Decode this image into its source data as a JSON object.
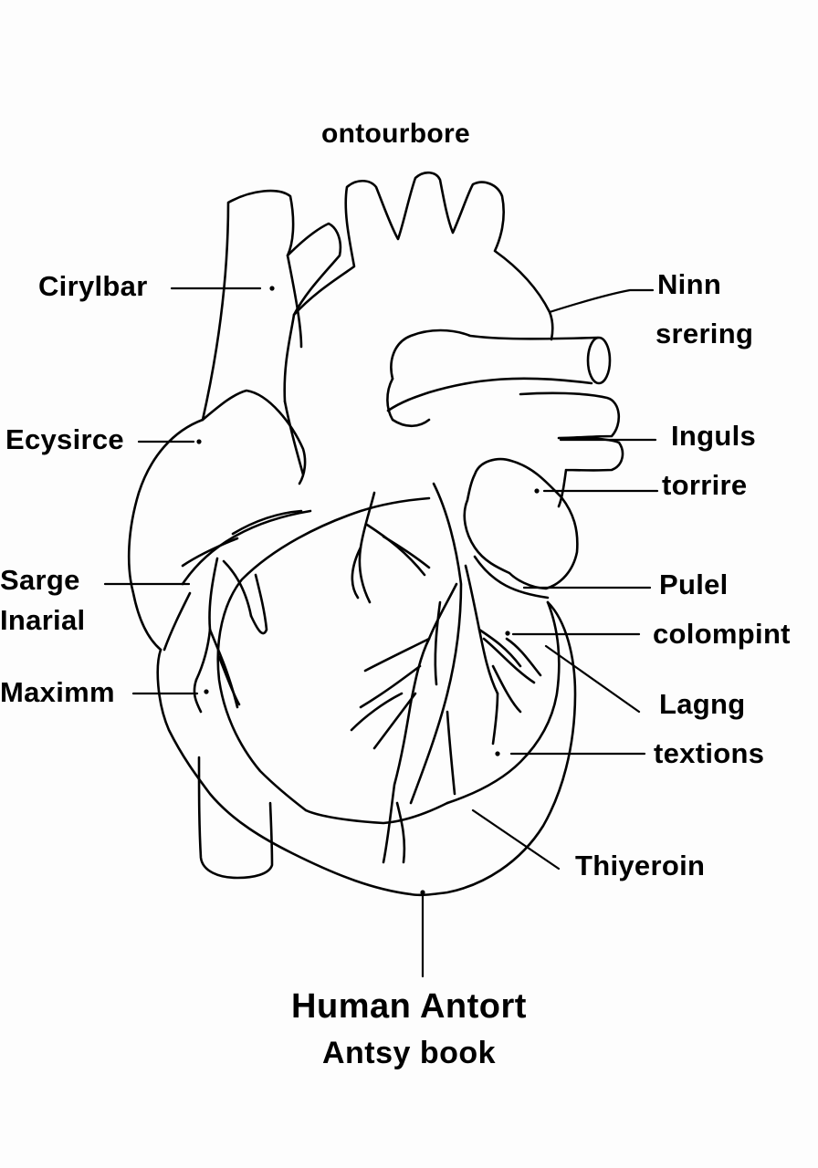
{
  "top_label": "ontourbore",
  "labels": {
    "ciryloar": "Cirylbar",
    "ecysirce": "Ecysirce",
    "sarge": "Sarge",
    "inarial": "Inarial",
    "maximm": "Maximm",
    "ninn": "Ninn",
    "srering": "srering",
    "inguls": "Inguls",
    "torrire": "torrire",
    "pulel": "Pulel",
    "colompint": "colompint",
    "lagng": "Lagng",
    "textions": "textions",
    "thiyeroin": "Thiyeroin"
  },
  "caption": {
    "line1": "Human Antort",
    "line2": "Antsy book"
  }
}
